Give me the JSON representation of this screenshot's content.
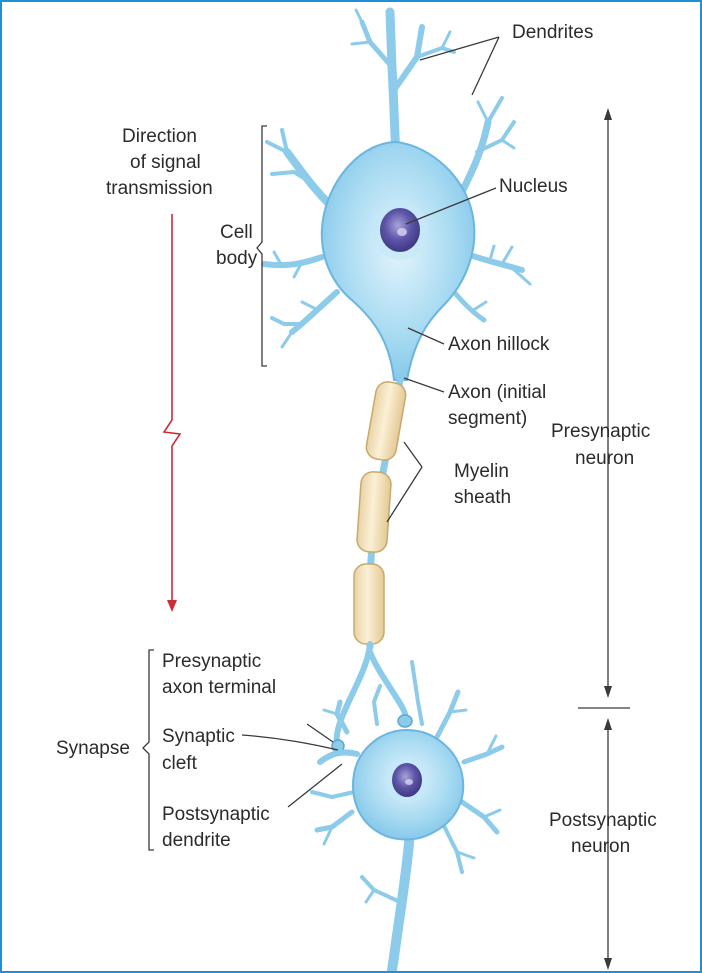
{
  "labels": {
    "dendrites": "Dendrites",
    "direction_l1": "Direction",
    "direction_l2": "of signal",
    "direction_l3": "transmission",
    "nucleus": "Nucleus",
    "cell_body_l1": "Cell",
    "cell_body_l2": "body",
    "axon_hillock": "Axon hillock",
    "axon_initial_l1": "Axon (initial",
    "axon_initial_l2": "segment)",
    "presynaptic_neuron_l1": "Presynaptic",
    "presynaptic_neuron_l2": "neuron",
    "myelin_l1": "Myelin",
    "myelin_l2": "sheath",
    "presyn_terminal_l1": "Presynaptic",
    "presyn_terminal_l2": "axon terminal",
    "synapse": "Synapse",
    "cleft_l1": "Synaptic",
    "cleft_l2": "cleft",
    "postsyn_dendrite_l1": "Postsynaptic",
    "postsyn_dendrite_l2": "dendrite",
    "postsynaptic_neuron_l1": "Postsynaptic",
    "postsynaptic_neuron_l2": "neuron"
  },
  "colors": {
    "frame_border": "#1f8fd8",
    "neuron_fill": "#9cd3ef",
    "neuron_stroke": "#4a9fd0",
    "nucleus": "#5a52a0",
    "myelin": "#f6e4c0",
    "signal_arrow": "#d02a3a",
    "text": "#2b2b2b"
  }
}
